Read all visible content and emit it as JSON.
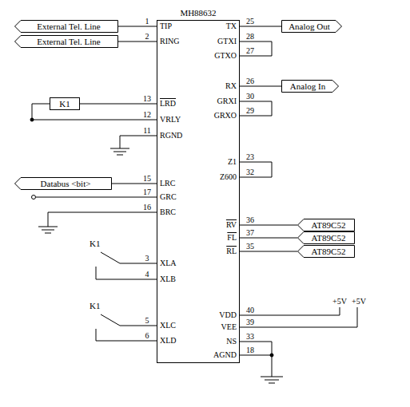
{
  "diagram": {
    "nodes": [
      {
        "text": [
          "MH88632"
        ]
      },
      {
        "text": [
          "External Tel. Line"
        ]
      },
      {
        "text": [
          "External Tel. Line"
        ]
      },
      {
        "text": [
          "K1"
        ]
      },
      {
        "text": [
          "Databus <bit>"
        ]
      },
      {
        "text": [
          "Analog Out"
        ]
      },
      {
        "text": [
          "Analog In"
        ]
      },
      {
        "text": [
          "AT89C52"
        ]
      },
      {
        "text": [
          "AT89C52"
        ]
      },
      {
        "text": [
          "AT89C52"
        ]
      }
    ],
    "edges": [
      {
        "from": 0,
        "to": 1,
        "arrow": "none"
      },
      {
        "from": 0,
        "to": 2,
        "arrow": "none"
      },
      {
        "from": 0,
        "to": 3,
        "arrow": "none"
      },
      {
        "from": 0,
        "to": 4,
        "arrow": "none"
      },
      {
        "from": 0,
        "to": 5,
        "arrow": "none"
      },
      {
        "from": 0,
        "to": 6,
        "arrow": "none"
      },
      {
        "from": 0,
        "to": 7,
        "arrow": "none"
      },
      {
        "from": 0,
        "to": 8,
        "arrow": "none"
      },
      {
        "from": 0,
        "to": 9,
        "arrow": "none"
      }
    ],
    "labels": [
      "1",
      "TIP",
      "2",
      "RING",
      "13",
      "LRD",
      "12",
      "VRLY",
      "11",
      "RGND",
      "15",
      "LRC",
      "17",
      "GRC",
      "16",
      "BRC",
      "3",
      "XLA",
      "4",
      "XLB",
      "5",
      "XLC",
      "6",
      "XLD",
      "25",
      "TX",
      "28",
      "GTXI",
      "27",
      "GTXO",
      "26",
      "RX",
      "30",
      "GRXI",
      "29",
      "GRXO",
      "23",
      "Z1",
      "32",
      "Z600",
      "36",
      "RV",
      "37",
      "FL",
      "35",
      "RL",
      "40",
      "VDD",
      "39",
      "VEE",
      "33",
      "NS",
      "18",
      "AGND",
      "K1",
      "K1",
      "+5V",
      "+5V"
    ]
  }
}
